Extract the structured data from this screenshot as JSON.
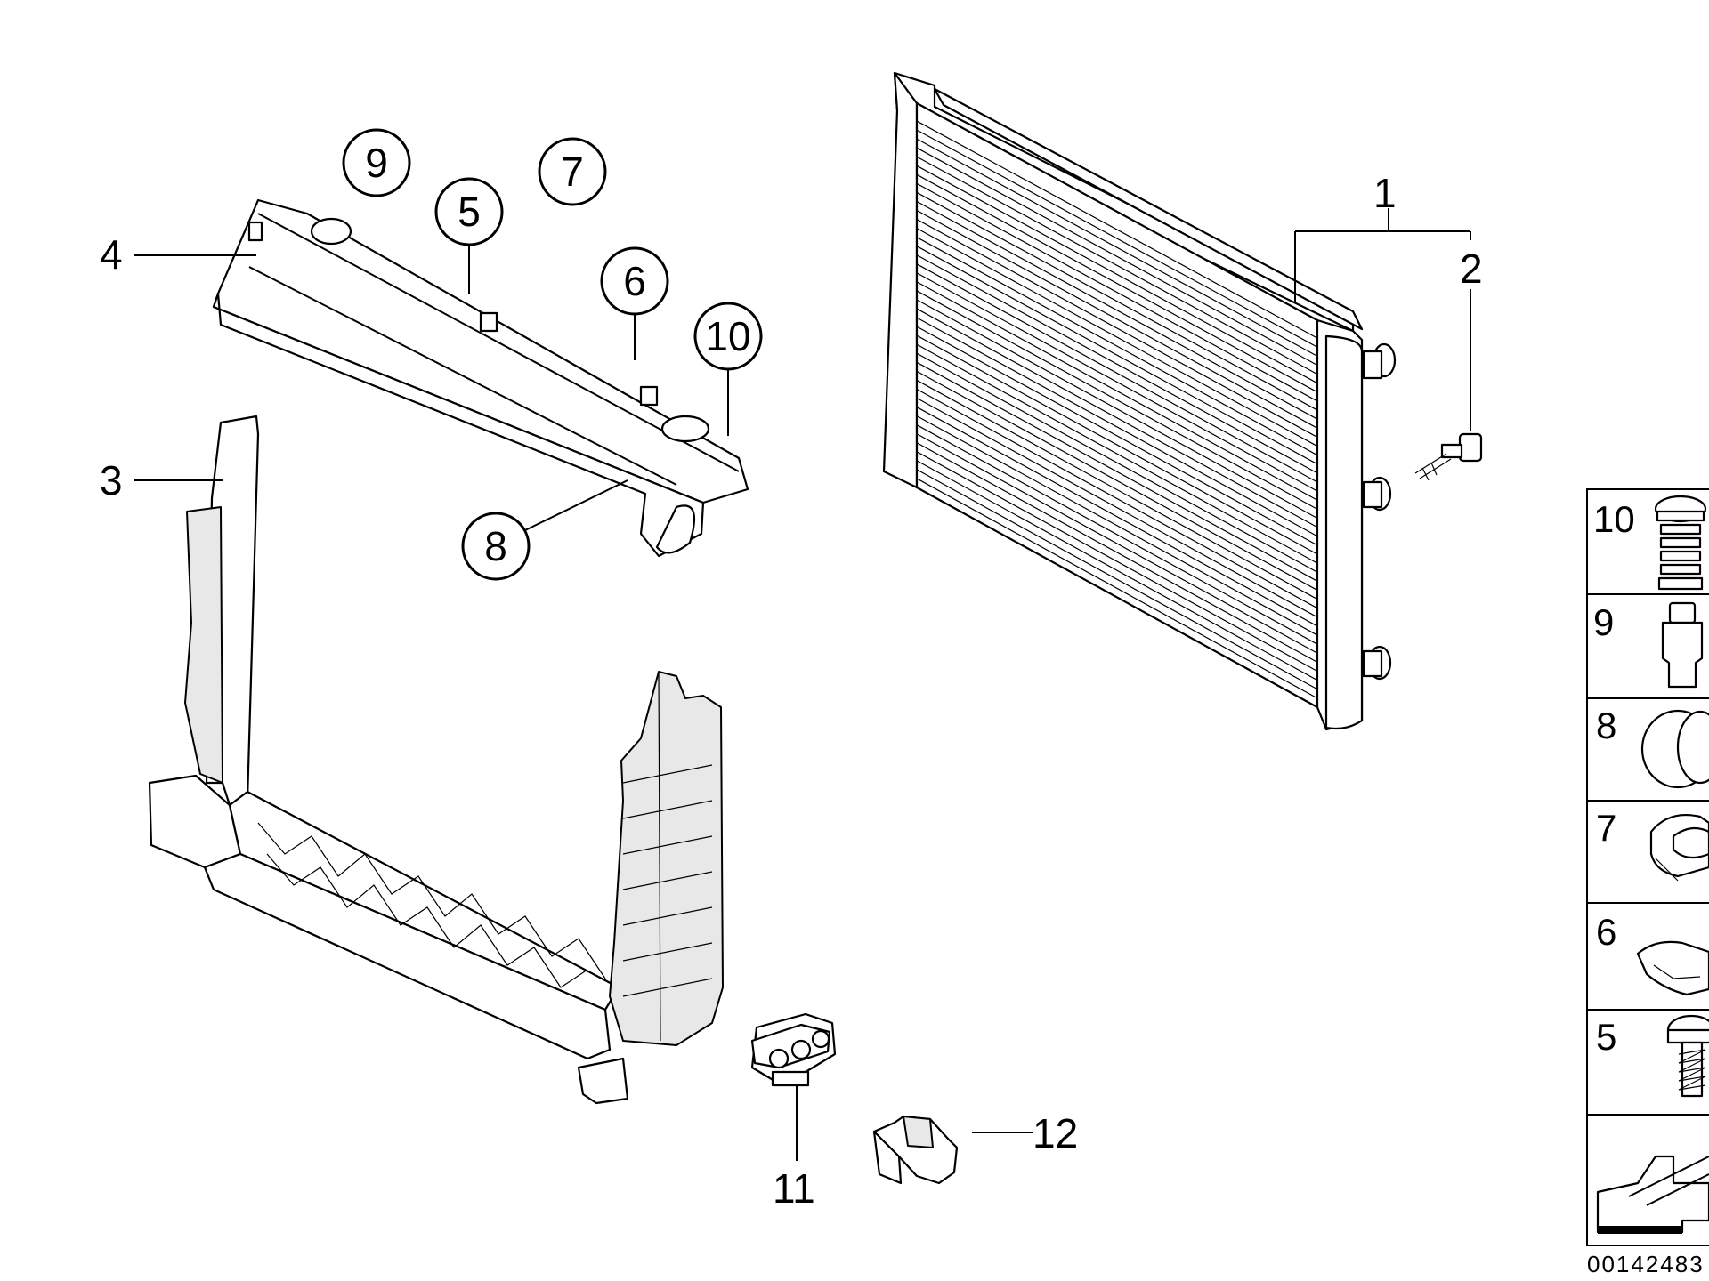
{
  "callouts": {
    "c1": "1",
    "c2": "2",
    "c3": "3",
    "c4": "4",
    "c5": "5",
    "c6": "6",
    "c7": "7",
    "c8": "8",
    "c9": "9",
    "c10": "10",
    "c11": "11",
    "c12": "12"
  },
  "legend": {
    "items": [
      "10",
      "9",
      "8",
      "7",
      "6",
      "5"
    ]
  },
  "diagram_id": "00142483"
}
